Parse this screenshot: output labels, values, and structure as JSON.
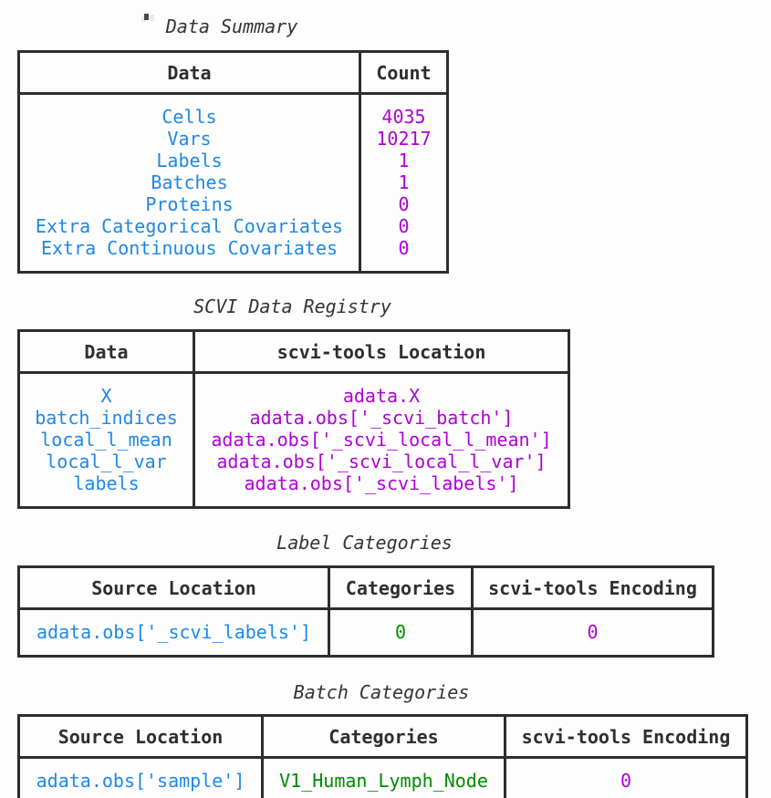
{
  "colors": {
    "blue": "#1E88E5",
    "violet": "#AF00D7",
    "green": "#008B00",
    "border": "#2D2D2D",
    "text": "#2E2E2E",
    "background": "#FDFDFD"
  },
  "tables": [
    {
      "title": "Data Summary",
      "columns": [
        "Data",
        "Count"
      ],
      "rows": [
        [
          "Cells",
          "4035"
        ],
        [
          "Vars",
          "10217"
        ],
        [
          "Labels",
          "1"
        ],
        [
          "Batches",
          "1"
        ],
        [
          "Proteins",
          "0"
        ],
        [
          "Extra Categorical Covariates",
          "0"
        ],
        [
          "Extra Continuous Covariates",
          "0"
        ]
      ]
    },
    {
      "title": "SCVI Data Registry",
      "columns": [
        "Data",
        "scvi-tools Location"
      ],
      "rows": [
        [
          "X",
          "adata.X"
        ],
        [
          "batch_indices",
          "adata.obs['_scvi_batch']"
        ],
        [
          "local_l_mean",
          "adata.obs['_scvi_local_l_mean']"
        ],
        [
          "local_l_var",
          "adata.obs['_scvi_local_l_var']"
        ],
        [
          "labels",
          "adata.obs['_scvi_labels']"
        ]
      ]
    },
    {
      "title": "Label Categories",
      "columns": [
        "Source Location",
        "Categories",
        "scvi-tools Encoding"
      ],
      "rows": [
        [
          "adata.obs['_scvi_labels']",
          "0",
          "0"
        ]
      ]
    },
    {
      "title": "Batch Categories",
      "columns": [
        "Source Location",
        "Categories",
        "scvi-tools Encoding"
      ],
      "rows": [
        [
          "adata.obs['sample']",
          "V1_Human_Lymph_Node",
          "0"
        ]
      ]
    }
  ]
}
